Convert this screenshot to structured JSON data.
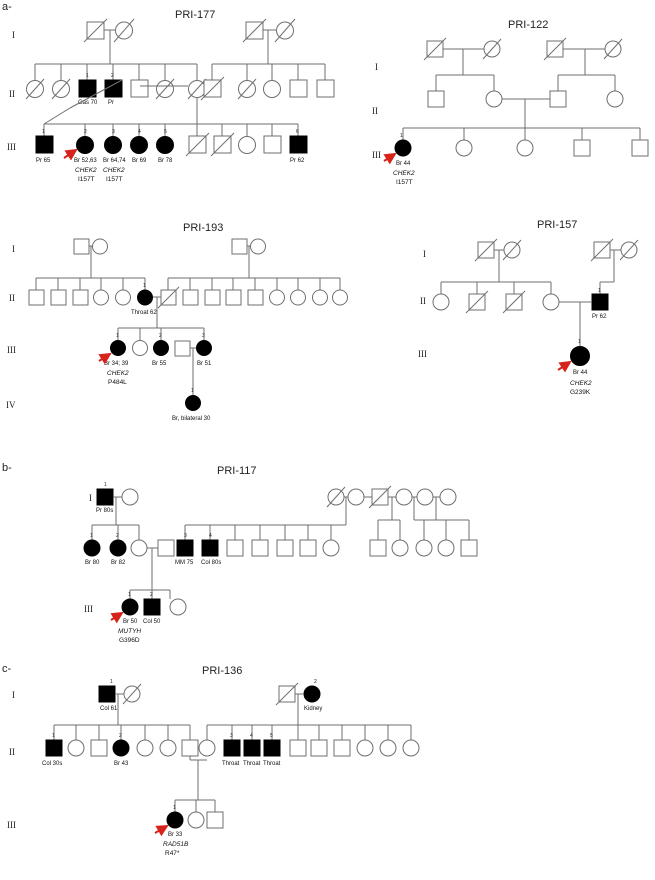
{
  "sections": [
    {
      "id": "a",
      "label": "a-"
    },
    {
      "id": "b",
      "label": "b-"
    },
    {
      "id": "c",
      "label": "c-"
    }
  ],
  "families": {
    "pri177": {
      "title": "PRI-177",
      "gens": [
        "I",
        "II",
        "III"
      ]
    },
    "pri122": {
      "title": "PRI-122",
      "gens": [
        "I",
        "II",
        "III"
      ]
    },
    "pri193": {
      "title": "PRI-193",
      "gens": [
        "I",
        "II",
        "III",
        "IV"
      ]
    },
    "pri157": {
      "title": "PRI-157",
      "gens": [
        "I",
        "II",
        "III"
      ]
    },
    "pri117": {
      "title": "PRI-117",
      "gens": [
        "I",
        "II",
        "III"
      ]
    },
    "pri136": {
      "title": "PRI-136",
      "gens": [
        "I",
        "II",
        "III"
      ]
    }
  },
  "individuals": {
    "pri177_II_1": {
      "idx": "1",
      "label": "Gas 70"
    },
    "pri177_II_2": {
      "idx": "2",
      "label": "Pr"
    },
    "pri177_III_1": {
      "idx": "1",
      "label": "Pr 65"
    },
    "pri177_III_2": {
      "idx": "2",
      "label": "Br 52,63",
      "gene": "CHEK2",
      "variant": "I157T"
    },
    "pri177_III_3": {
      "idx": "3",
      "label": "Br 64,74",
      "gene": "CHEK2",
      "variant": "I157T"
    },
    "pri177_III_4": {
      "idx": "4",
      "label": "Br 69"
    },
    "pri177_III_5": {
      "idx": "5",
      "label": "Br 78"
    },
    "pri177_III_6": {
      "idx": "6",
      "label": "Pr 62"
    },
    "pri122_III_1": {
      "idx": "1",
      "label": "Br 44",
      "gene": "CHEK2",
      "variant": "I157T"
    },
    "pri193_II_1": {
      "idx": "1",
      "label": "Throat 62"
    },
    "pri193_III_1": {
      "idx": "1",
      "label": "Br 34; 39",
      "gene": "CHEK2",
      "variant": "P484L"
    },
    "pri193_III_2": {
      "idx": "2",
      "label": "Br 55"
    },
    "pri193_III_3": {
      "idx": "3",
      "label": "Br 51"
    },
    "pri193_IV_1": {
      "idx": "1",
      "label": "Br, bilateral 30"
    },
    "pri157_II_1": {
      "idx": "1",
      "label": "Pr 62"
    },
    "pri157_III_1": {
      "idx": "1",
      "label": "Br 44",
      "gene": "CHEK2",
      "variant": "G239K"
    },
    "pri117_I_1": {
      "idx": "1",
      "label": "Pr 80s"
    },
    "pri117_II_1": {
      "idx": "1",
      "label": "Br 80"
    },
    "pri117_II_2": {
      "idx": "2",
      "label": "Br 82"
    },
    "pri117_II_3": {
      "idx": "3",
      "label": "MM 75"
    },
    "pri117_II_4": {
      "idx": "4",
      "label": "Col 80s"
    },
    "pri117_III_1": {
      "idx": "1",
      "label": "Br 50",
      "gene": "MUTYH",
      "variant": "G396D"
    },
    "pri117_III_2": {
      "idx": "2",
      "label": "Col 50"
    },
    "pri136_I_1": {
      "idx": "1",
      "label": "Col 61"
    },
    "pri136_I_2": {
      "idx": "2",
      "label": "Kidney"
    },
    "pri136_II_1": {
      "idx": "1",
      "label": "Col 30s"
    },
    "pri136_II_2": {
      "idx": "2",
      "label": "Br 43"
    },
    "pri136_II_3": {
      "idx": "3",
      "label": "Throat"
    },
    "pri136_II_4": {
      "idx": "4",
      "label": "Throat"
    },
    "pri136_II_5": {
      "idx": "5",
      "label": "Throat"
    },
    "pri136_III_1": {
      "idx": "1",
      "label": "Br 33",
      "gene": "RAD51B",
      "variant": "R47*"
    }
  },
  "colors": {
    "affected": "#000000",
    "line": "#6f6f6f",
    "proband_arrow": "#d6241c"
  }
}
